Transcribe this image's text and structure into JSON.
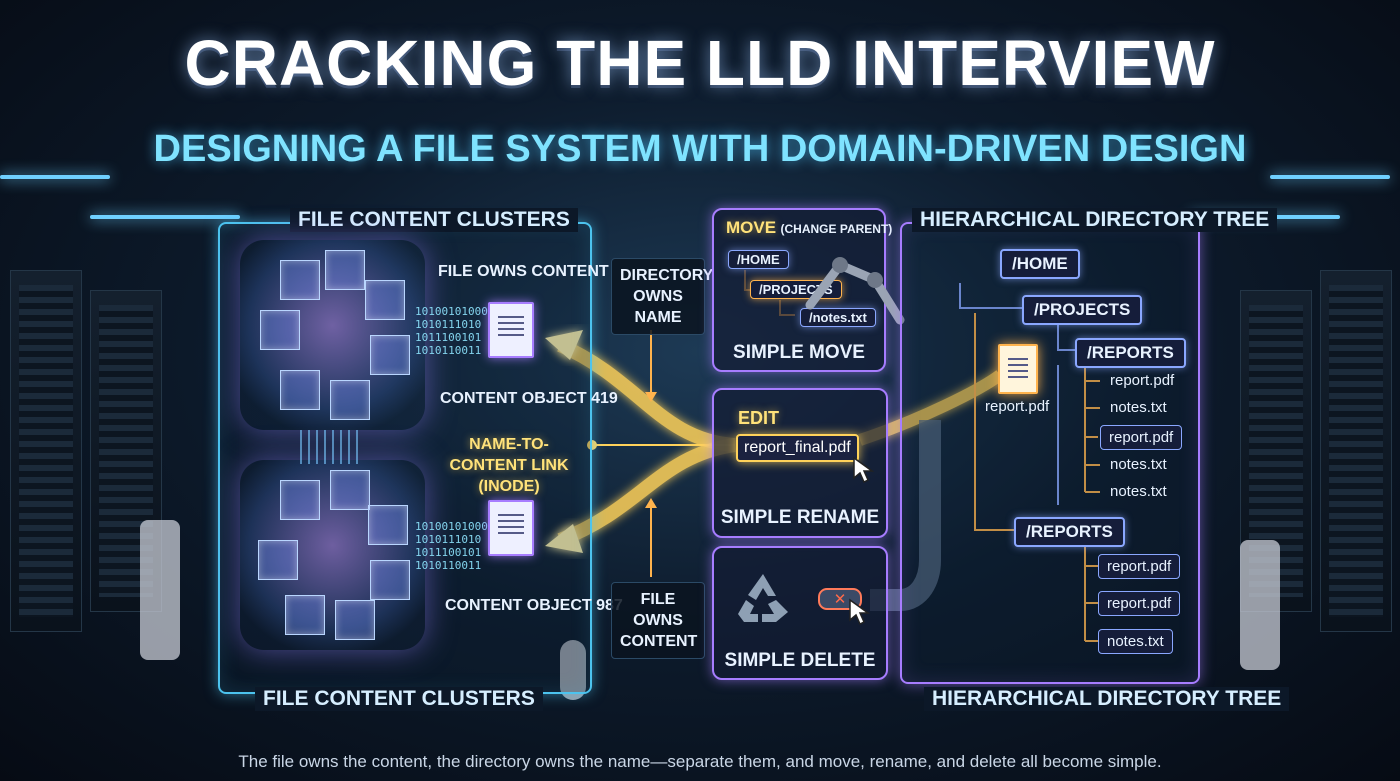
{
  "header": {
    "title": "CRACKING THE LLD INTERVIEW",
    "subtitle": "DESIGNING A FILE SYSTEM WITH DOMAIN-DRIVEN DESIGN"
  },
  "left_panel": {
    "top_label": "FILE CONTENT CLUSTERS",
    "bottom_label": "FILE CONTENT CLUSTERS",
    "file_owns_content": "FILE OWNS CONTENT",
    "content_object_top": "CONTENT OBJECT 419",
    "content_object_bottom": "CONTENT OBJECT 987",
    "binary": "10100101000\n1010111010\n1011100101\n1010110011"
  },
  "middle": {
    "directory_owns_name": "DIRECTORY OWNS NAME",
    "link_label": "NAME-TO-CONTENT LINK (INODE)",
    "file_owns_content": "FILE OWNS CONTENT"
  },
  "actions": {
    "move": {
      "title_main": "MOVE",
      "title_sub": "(CHANGE PARENT)",
      "path_home": "/HOME",
      "path_projects": "/PROJECTS",
      "path_file": "/notes.txt",
      "caption": "SIMPLE MOVE"
    },
    "rename": {
      "title": "EDIT",
      "filename": "report_final.pdf",
      "caption": "SIMPLE RENAME"
    },
    "delete": {
      "caption": "SIMPLE DELETE"
    }
  },
  "right_panel": {
    "top_label": "HIERARCHICAL DIRECTORY TREE",
    "bottom_label": "HIERARCHICAL DIRECTORY TREE",
    "floating_file": "report.pdf",
    "home": "/HOME",
    "projects": "/PROJECTS",
    "reports_nested": "/REPORTS",
    "nested_files": [
      "report.pdf",
      "notes.txt",
      "report.pdf",
      "notes.txt",
      "notes.txt"
    ],
    "reports": "/REPORTS",
    "report_files": [
      "report.pdf",
      "report.pdf",
      "notes.txt"
    ]
  },
  "footer": "The file owns the content, the directory owns the name—separate them, and move, rename, and delete all become simple.",
  "colors": {
    "cyan": "#4cc3ee",
    "purple": "#a77dff",
    "gold": "#ffd25a",
    "orange": "#ffb34d"
  }
}
